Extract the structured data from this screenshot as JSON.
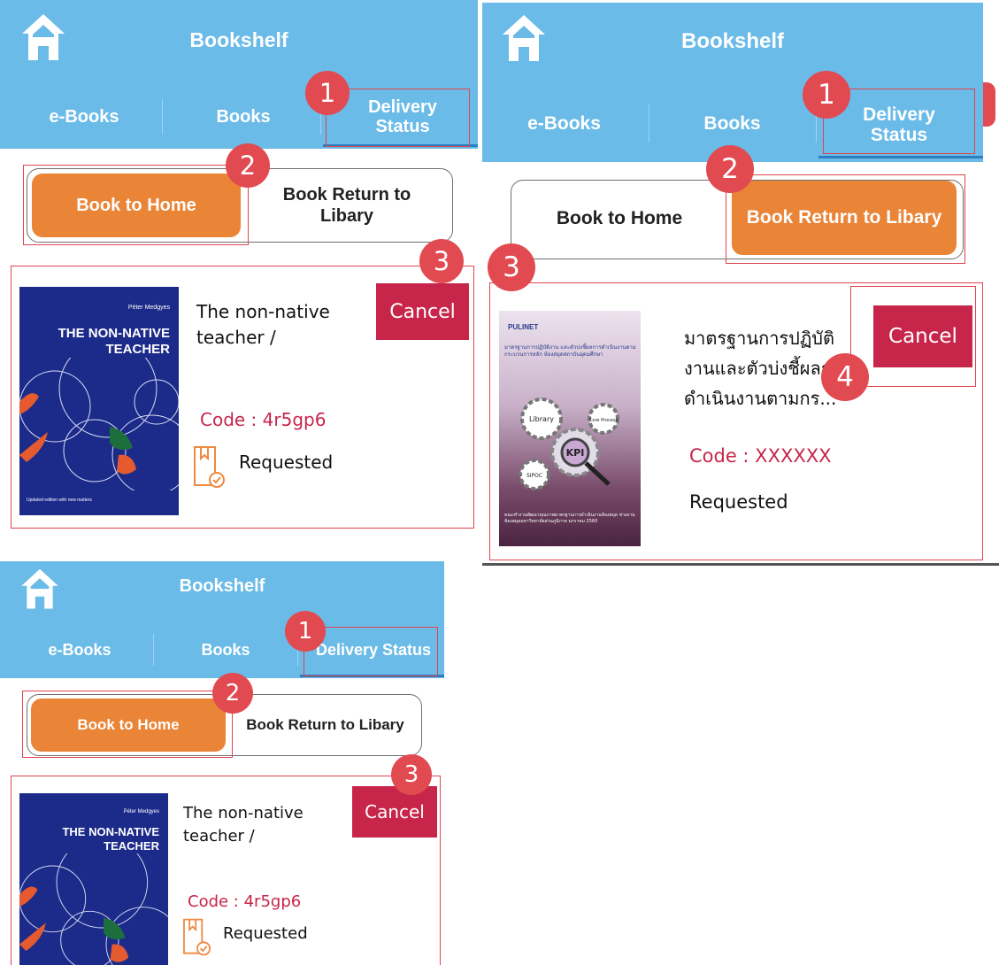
{
  "app": {
    "title": "Bookshelf"
  },
  "tabs": [
    {
      "label": "e-Books"
    },
    {
      "label": "Books"
    },
    {
      "label": "Delivery Status"
    }
  ],
  "segments": [
    {
      "label": "Book to Home"
    },
    {
      "label": "Book Return to Libary"
    }
  ],
  "badges": [
    "1",
    "2",
    "3",
    "4"
  ],
  "panel_a": {
    "active_segment": "Book to Home",
    "item": {
      "title": "The non-native teacher /",
      "code": "Code : 4r5gp6",
      "status": "Requested",
      "cancel": "Cancel",
      "cover": {
        "author": "Péter Medgyes",
        "title": "THE NON-NATIVE TEACHER",
        "footer": "Updated edition with new matters"
      }
    }
  },
  "panel_b": {
    "active_segment": "Book Return to Libary",
    "item": {
      "title": "มาตรฐานการปฏิบัติงานและตัวบ่งชี้ผลการดำเนินงานตามกร...",
      "code": "Code : XXXXXX",
      "status": "Requested",
      "cancel": "Cancel",
      "cover": {
        "publisher": "PULINET",
        "title": "มาตรฐานการปฏิบัติงาน และตัวบ่งชี้ผลการดำเนินงานตามกระบวนการหลัก ห้องสมุดสถาบันอุดมศึกษา",
        "gear_labels": [
          "Library",
          "Core Process",
          "KPI",
          "SIPOC"
        ],
        "footer": "คณะทำงานพัฒนาคุณภาพมาตรฐานการดำเนินงานห้องสมุด ข่ายงานห้องสมุดมหาวิทยาลัยส่วนภูมิภาค มกราคม 2560"
      }
    }
  },
  "colors": {
    "header": "#6bbbe8",
    "active_button": "#ea8437",
    "cancel": "#c7264a",
    "code_text": "#c7264a",
    "annotation": "#e14a50"
  },
  "icons": [
    "home-icon",
    "book-check-icon",
    "magnifier-icon"
  ]
}
